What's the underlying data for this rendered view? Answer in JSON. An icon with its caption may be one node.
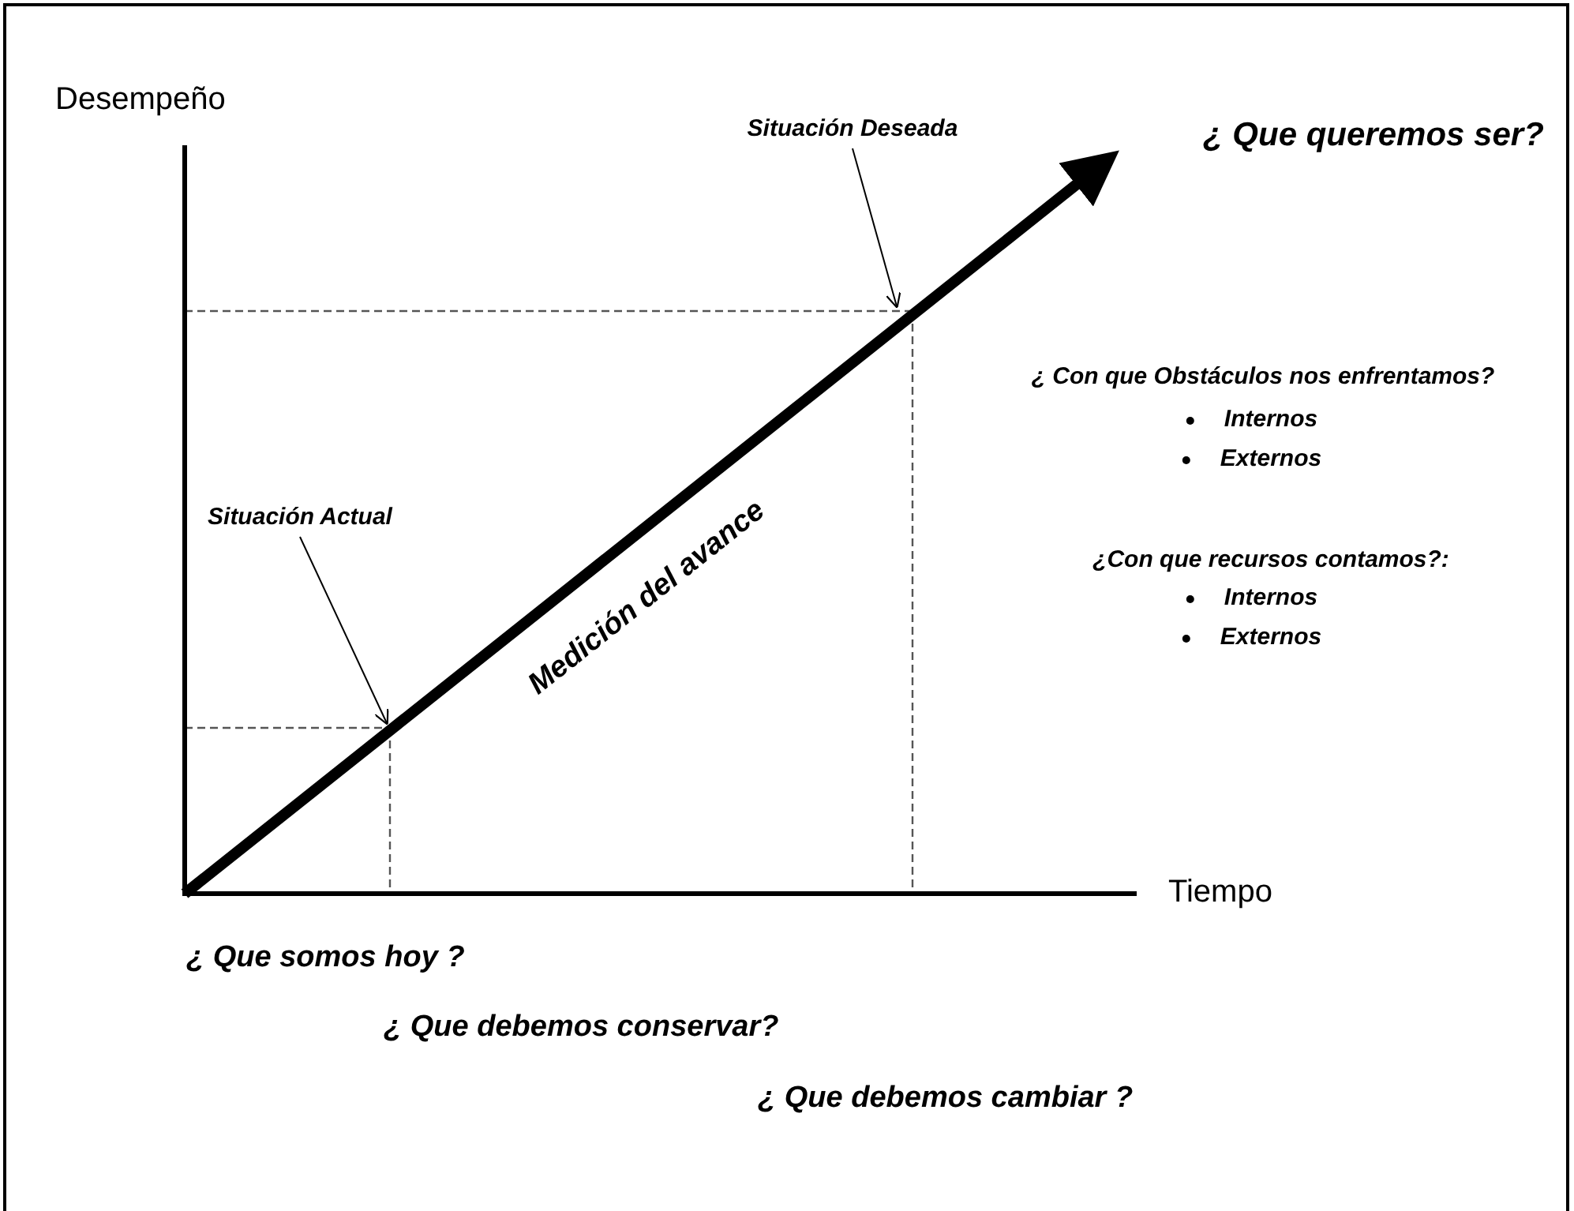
{
  "diagram": {
    "nodes": [
      {
        "text": [
          "Situación Deseada"
        ]
      },
      {
        "text": [
          "Situación Actual"
        ]
      }
    ],
    "edges": [
      {
        "from": 0,
        "to": null,
        "arrow": "to"
      },
      {
        "from": 1,
        "to": null,
        "arrow": "to"
      }
    ],
    "labels": [
      "Desempeño",
      "¿ Que queremos ser?",
      "¿ Con que Obstáculos nos enfrentamos?",
      "Internos",
      "Externos",
      "Medición del avance",
      "¿Con que recursos contamos?:",
      "Internos",
      "Externos",
      "Tiempo",
      "¿ Que somos hoy ?",
      "¿ Que debemos conservar?",
      "¿ Que debemos cambiar ?"
    ]
  }
}
